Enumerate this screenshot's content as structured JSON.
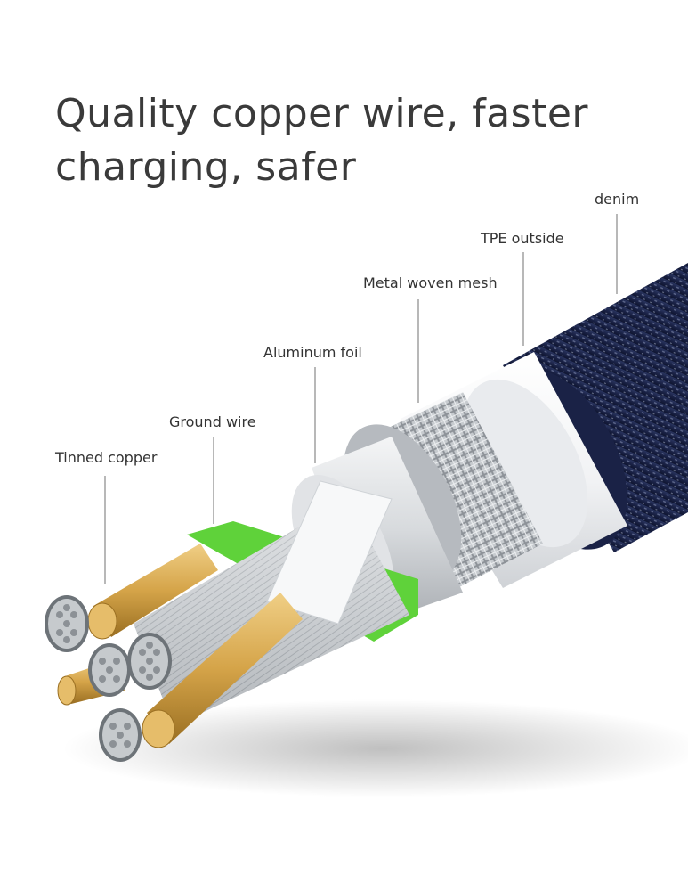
{
  "headline": {
    "line1": "Quality copper wire, faster",
    "line2": "charging, safer"
  },
  "callouts": {
    "denim": "denim",
    "tpe_outside": "TPE outside",
    "metal_mesh": "Metal woven mesh",
    "aluminum_foil": "Aluminum foil",
    "ground_wire": "Ground wire",
    "tinned_copper": "Tinned copper"
  },
  "colors": {
    "denim": "#1f2a4e",
    "tpe": "#f2f3f5",
    "mesh": "#bfc3c8",
    "foil": "#d9dcdf",
    "copper": "#d4a24a",
    "ground": "#5fd23a",
    "tinned": "#b8bcc1"
  }
}
